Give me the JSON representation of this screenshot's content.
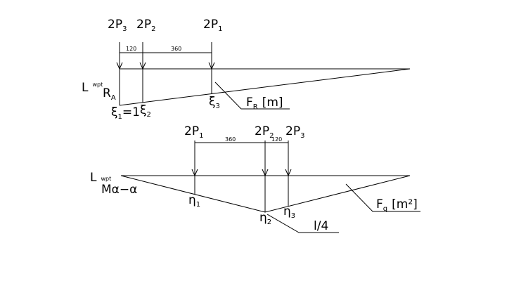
{
  "top": {
    "loads": [
      {
        "main": "2P",
        "sub": "3"
      },
      {
        "main": "2P",
        "sub": "2"
      },
      {
        "main": "2P",
        "sub": "1"
      }
    ],
    "dims": [
      "120",
      "360"
    ],
    "line_label": {
      "main": "L",
      "sup": "wpt"
    },
    "quantity": {
      "main": "R",
      "sub": "A"
    },
    "ordinates": [
      {
        "main": "ξ",
        "sub": "1",
        "suffix": "=1"
      },
      {
        "main": "ξ",
        "sub": "2"
      },
      {
        "main": "ξ",
        "sub": "3"
      }
    ],
    "area_label": {
      "main": "F",
      "sub": "R",
      "unit": "[m]"
    }
  },
  "bottom": {
    "loads": [
      {
        "main": "2P",
        "sub": "1"
      },
      {
        "main": "2P",
        "sub": "2"
      },
      {
        "main": "2P",
        "sub": "3"
      }
    ],
    "dims": [
      "360",
      "120"
    ],
    "line_label": {
      "main": "L",
      "sup": "wpt"
    },
    "quantity": "Mα−α",
    "ordinates": [
      {
        "main": "η",
        "sub": "1"
      },
      {
        "main": "η",
        "sub": "2"
      },
      {
        "main": "η",
        "sub": "3"
      }
    ],
    "area_label": {
      "main": "F",
      "sub": "q",
      "unit": "[m²]"
    },
    "position_label": "l/4"
  }
}
